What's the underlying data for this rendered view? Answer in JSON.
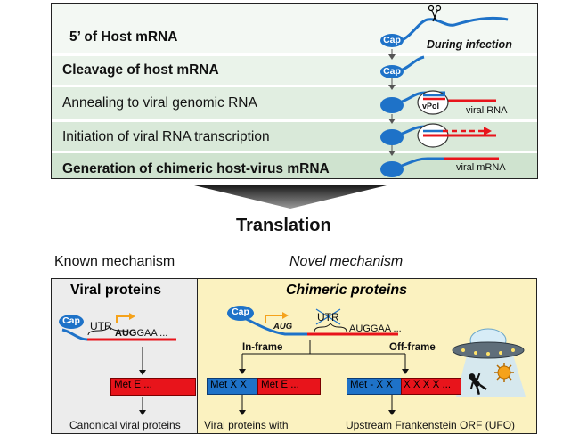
{
  "steps": [
    {
      "label": "5’ of Host mRNA"
    },
    {
      "label": "Cleavage of host mRNA"
    },
    {
      "label": "Annealing to viral genomic RNA"
    },
    {
      "label": "Initiation of viral RNA transcription"
    },
    {
      "label": "Generation of chimeric host-virus mRNA"
    }
  ],
  "annotations": {
    "during_infection": "During infection",
    "cap": "Cap",
    "vpol": "vPol",
    "viral_rna": "viral RNA",
    "viral_mrna": "viral mRNA"
  },
  "translation_title": "Translation",
  "known": {
    "heading": "Known mechanism",
    "panel_title": "Viral proteins",
    "cap": "Cap",
    "utr": "UTR",
    "aug_bold": "AUG",
    "aug_rest": "GAA ...",
    "product": "Met  E ...",
    "caption": "Canonical viral proteins"
  },
  "novel": {
    "heading": "Novel mechanism",
    "panel_title": "Chimeric proteins",
    "cap": "Cap",
    "aug": "AUG",
    "utr": "UTR",
    "seq": "AUGGAA ...",
    "in_frame": "In-frame",
    "off_frame": "Off-frame",
    "in_frame_blue": "Met  X  X",
    "in_frame_red": "Met  E ...",
    "off_frame_blue": "Met - X X",
    "off_frame_red": "X  X  X  X ...",
    "caption_left": "Viral proteins with",
    "caption_right": "Upstream Frankenstein ORF (UFO)"
  },
  "colors": {
    "band_light": "#f2f7f2",
    "band_mid": "#e2eee2",
    "band_dark": "#d2e6d2",
    "host_rna": "#1e72c8",
    "viral_rna": "#e8141b",
    "panel_left": "#ececec",
    "panel_right": "#fbf2c0",
    "orange": "#f5a21b"
  },
  "icons": [
    "scissors-icon",
    "ufo-icon",
    "virus-icon",
    "person-icon"
  ]
}
